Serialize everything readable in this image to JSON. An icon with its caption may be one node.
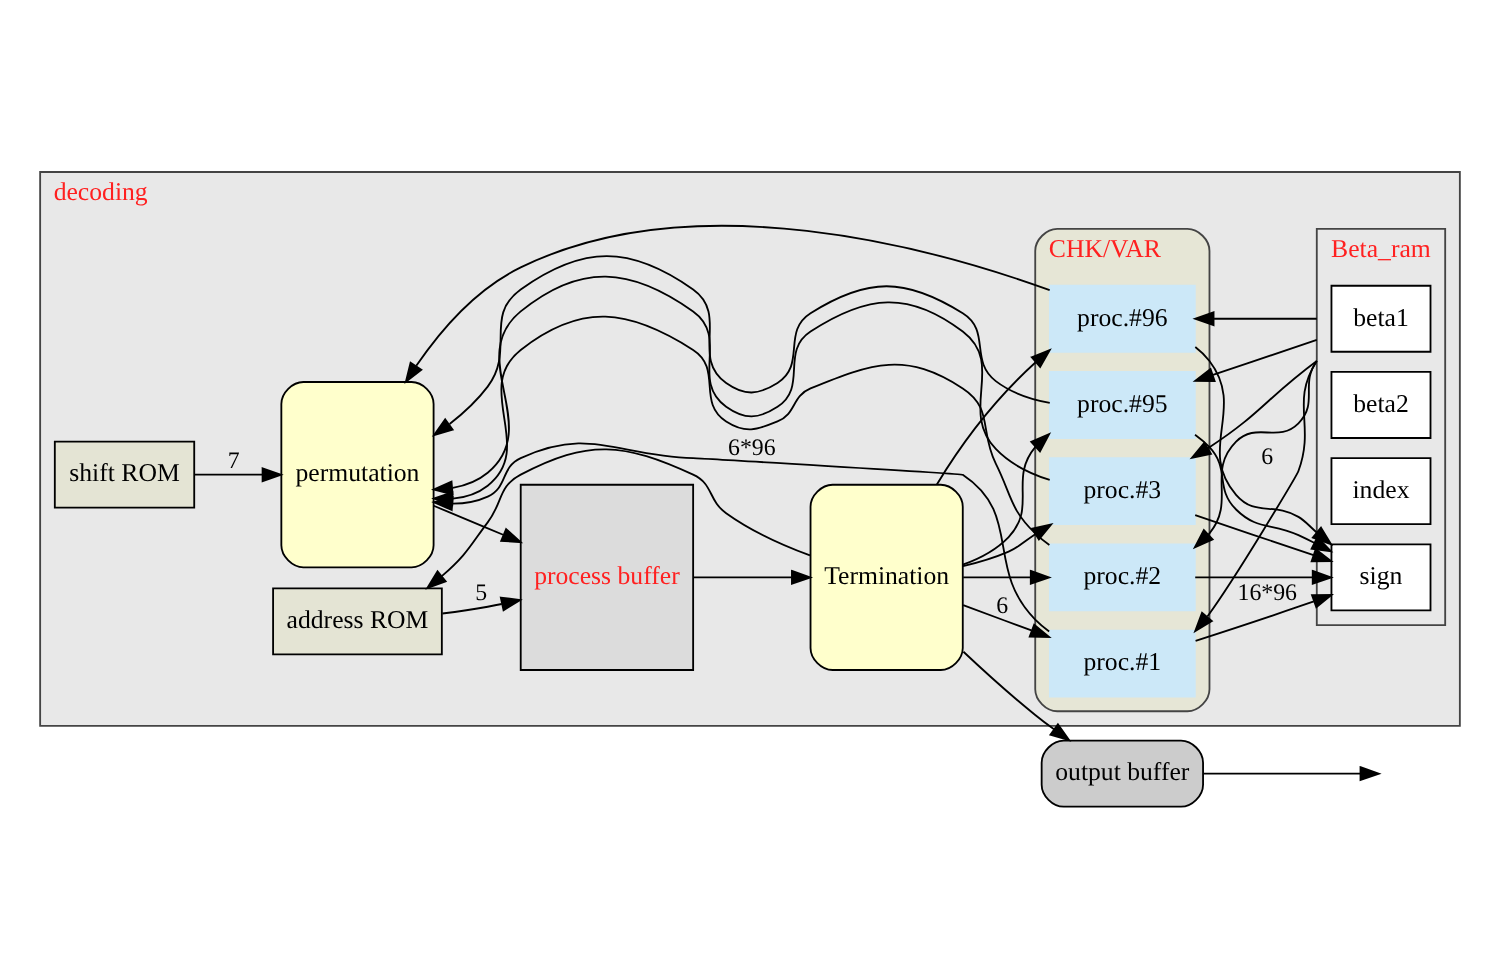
{
  "diagram": {
    "nodes": [
      {
        "text": [
          "decoding"
        ]
      },
      {
        "text": [
          "shift ROM"
        ],
        "in": 0
      },
      {
        "text": [
          "address ROM"
        ],
        "in": 0
      },
      {
        "text": [
          "permutation"
        ],
        "in": 0
      },
      {
        "text": [
          "process buffer"
        ],
        "in": 0
      },
      {
        "text": [
          "Termination"
        ],
        "in": 0
      },
      {
        "text": [
          "CHK/VAR"
        ],
        "in": 0
      },
      {
        "text": [
          "proc.#1"
        ],
        "in": 6
      },
      {
        "text": [
          "proc.#2"
        ],
        "in": 6
      },
      {
        "text": [
          "proc.#3"
        ],
        "in": 6
      },
      {
        "text": [
          "proc.#95"
        ],
        "in": 6
      },
      {
        "text": [
          "proc.#96"
        ],
        "in": 6
      },
      {
        "text": [
          "Beta_ram"
        ],
        "in": 0
      },
      {
        "text": [
          "beta1"
        ],
        "in": 12
      },
      {
        "text": [
          "beta2"
        ],
        "in": 12
      },
      {
        "text": [
          "index"
        ],
        "in": 12
      },
      {
        "text": [
          "sign"
        ],
        "in": 12
      },
      {
        "text": [
          "output buffer"
        ]
      }
    ],
    "edges": [
      {
        "from": 1,
        "to": 3,
        "arrow": "to",
        "label": "7"
      },
      {
        "from": 2,
        "to": 4,
        "arrow": "to",
        "label": "5"
      },
      {
        "from": 3,
        "to": 4,
        "arrow": "to"
      },
      {
        "from": 4,
        "to": 5,
        "arrow": "to"
      },
      {
        "from": 5,
        "to": 2,
        "arrow": "to"
      },
      {
        "from": 5,
        "to": 7,
        "arrow": "to",
        "label": "6"
      },
      {
        "from": 5,
        "to": 8,
        "arrow": "to"
      },
      {
        "from": 5,
        "to": 9,
        "arrow": "to"
      },
      {
        "from": 5,
        "to": 10,
        "arrow": "to"
      },
      {
        "from": 5,
        "to": 11,
        "arrow": "to"
      },
      {
        "from": 12,
        "to": 7,
        "arrow": "to",
        "label": "6"
      },
      {
        "from": 12,
        "to": 8,
        "arrow": "to"
      },
      {
        "from": 12,
        "to": 9,
        "arrow": "to"
      },
      {
        "from": 12,
        "to": 10,
        "arrow": "to"
      },
      {
        "from": 12,
        "to": 11,
        "arrow": "to"
      },
      {
        "from": 7,
        "to": 16,
        "arrow": "to",
        "label": "16*96"
      },
      {
        "from": 8,
        "to": 16,
        "arrow": "to"
      },
      {
        "from": 9,
        "to": 16,
        "arrow": "to"
      },
      {
        "from": 10,
        "to": 16,
        "arrow": "to"
      },
      {
        "from": 11,
        "to": 16,
        "arrow": "to"
      },
      {
        "from": 7,
        "to": 3,
        "arrow": "to",
        "label": "6*96"
      },
      {
        "from": 8,
        "to": 3,
        "arrow": "to"
      },
      {
        "from": 9,
        "to": 3,
        "arrow": "to"
      },
      {
        "from": 10,
        "to": 3,
        "arrow": "to"
      },
      {
        "from": 11,
        "to": 3,
        "arrow": "to"
      },
      {
        "from": 5,
        "to": 17,
        "arrow": "to"
      },
      {
        "from": 17,
        "to": null,
        "arrow": "to"
      }
    ]
  }
}
